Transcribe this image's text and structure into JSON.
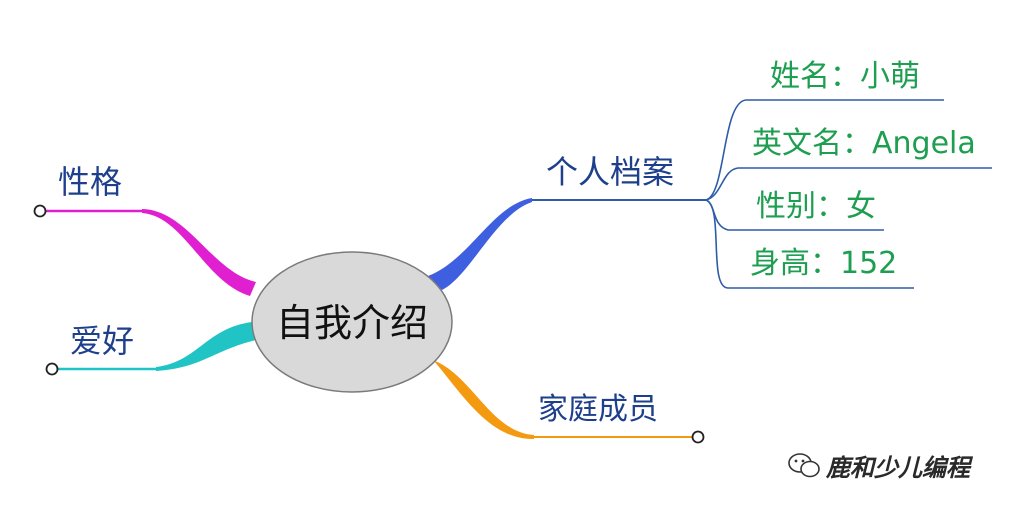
{
  "mindmap": {
    "center": {
      "label": "自我介绍"
    },
    "branches": {
      "profile": {
        "label": "个人档案",
        "children": [
          {
            "label": "姓名：小萌"
          },
          {
            "label": "英文名：Angela"
          },
          {
            "label": "性别：女"
          },
          {
            "label": "身高：152"
          }
        ]
      },
      "personality": {
        "label": "性格"
      },
      "hobby": {
        "label": "爱好"
      },
      "family": {
        "label": "家庭成员"
      }
    }
  },
  "watermark": {
    "text": "鹿和少儿编程"
  },
  "colors": {
    "profile_branch": "#3D5FE0",
    "personality_branch": "#E020D0",
    "hobby_branch": "#20C4C4",
    "family_branch": "#F39A10",
    "child_line": "#2E5CA8",
    "child_text": "#1E9E50",
    "branch_text": "#1E3F8C",
    "center_fill": "#D9D9D9",
    "center_stroke": "#7A7A7A"
  }
}
